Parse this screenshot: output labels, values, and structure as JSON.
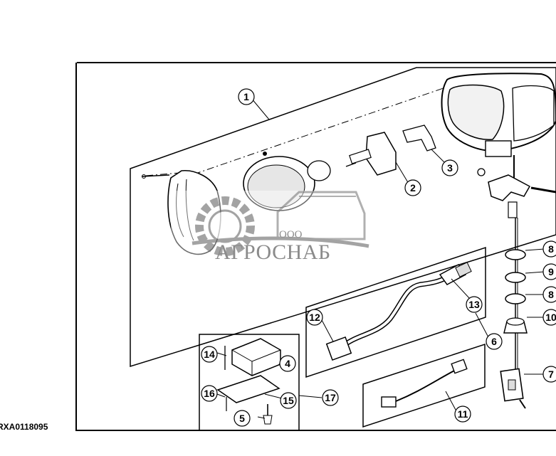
{
  "diagram": {
    "reference_code": "RXA0118095",
    "callouts": [
      "1",
      "2",
      "3",
      "4",
      "5",
      "6",
      "7",
      "8",
      "8",
      "9",
      "10",
      "11",
      "12",
      "13",
      "14",
      "15",
      "16",
      "17"
    ]
  },
  "watermark": {
    "prefix": "ООО",
    "brand": "АГРОСНАБ"
  }
}
